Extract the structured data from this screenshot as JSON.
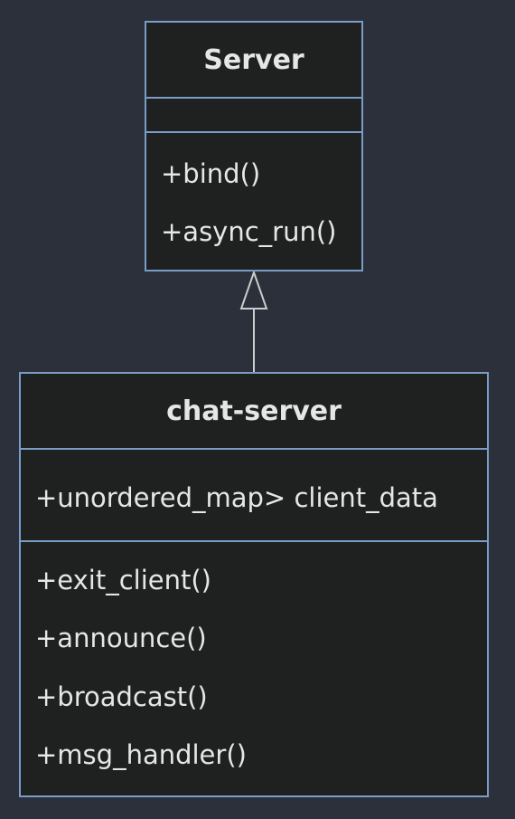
{
  "classes": [
    {
      "name": "Server",
      "attributes": [],
      "methods": [
        "+bind()",
        "+async_run()"
      ]
    },
    {
      "name": "chat-server",
      "attributes": [
        "+unordered_map> client_data"
      ],
      "methods": [
        "+exit_client()",
        "+announce()",
        "+broadcast()",
        "+msg_handler()"
      ]
    }
  ],
  "relationships": [
    {
      "type": "inheritance",
      "from": "chat-server",
      "to": "Server"
    }
  ],
  "colors": {
    "background": "#2b303b",
    "box_fill": "#1f2020",
    "box_border": "#7a9cc6",
    "text": "#e6e6e6",
    "connector": "#cccccc"
  }
}
